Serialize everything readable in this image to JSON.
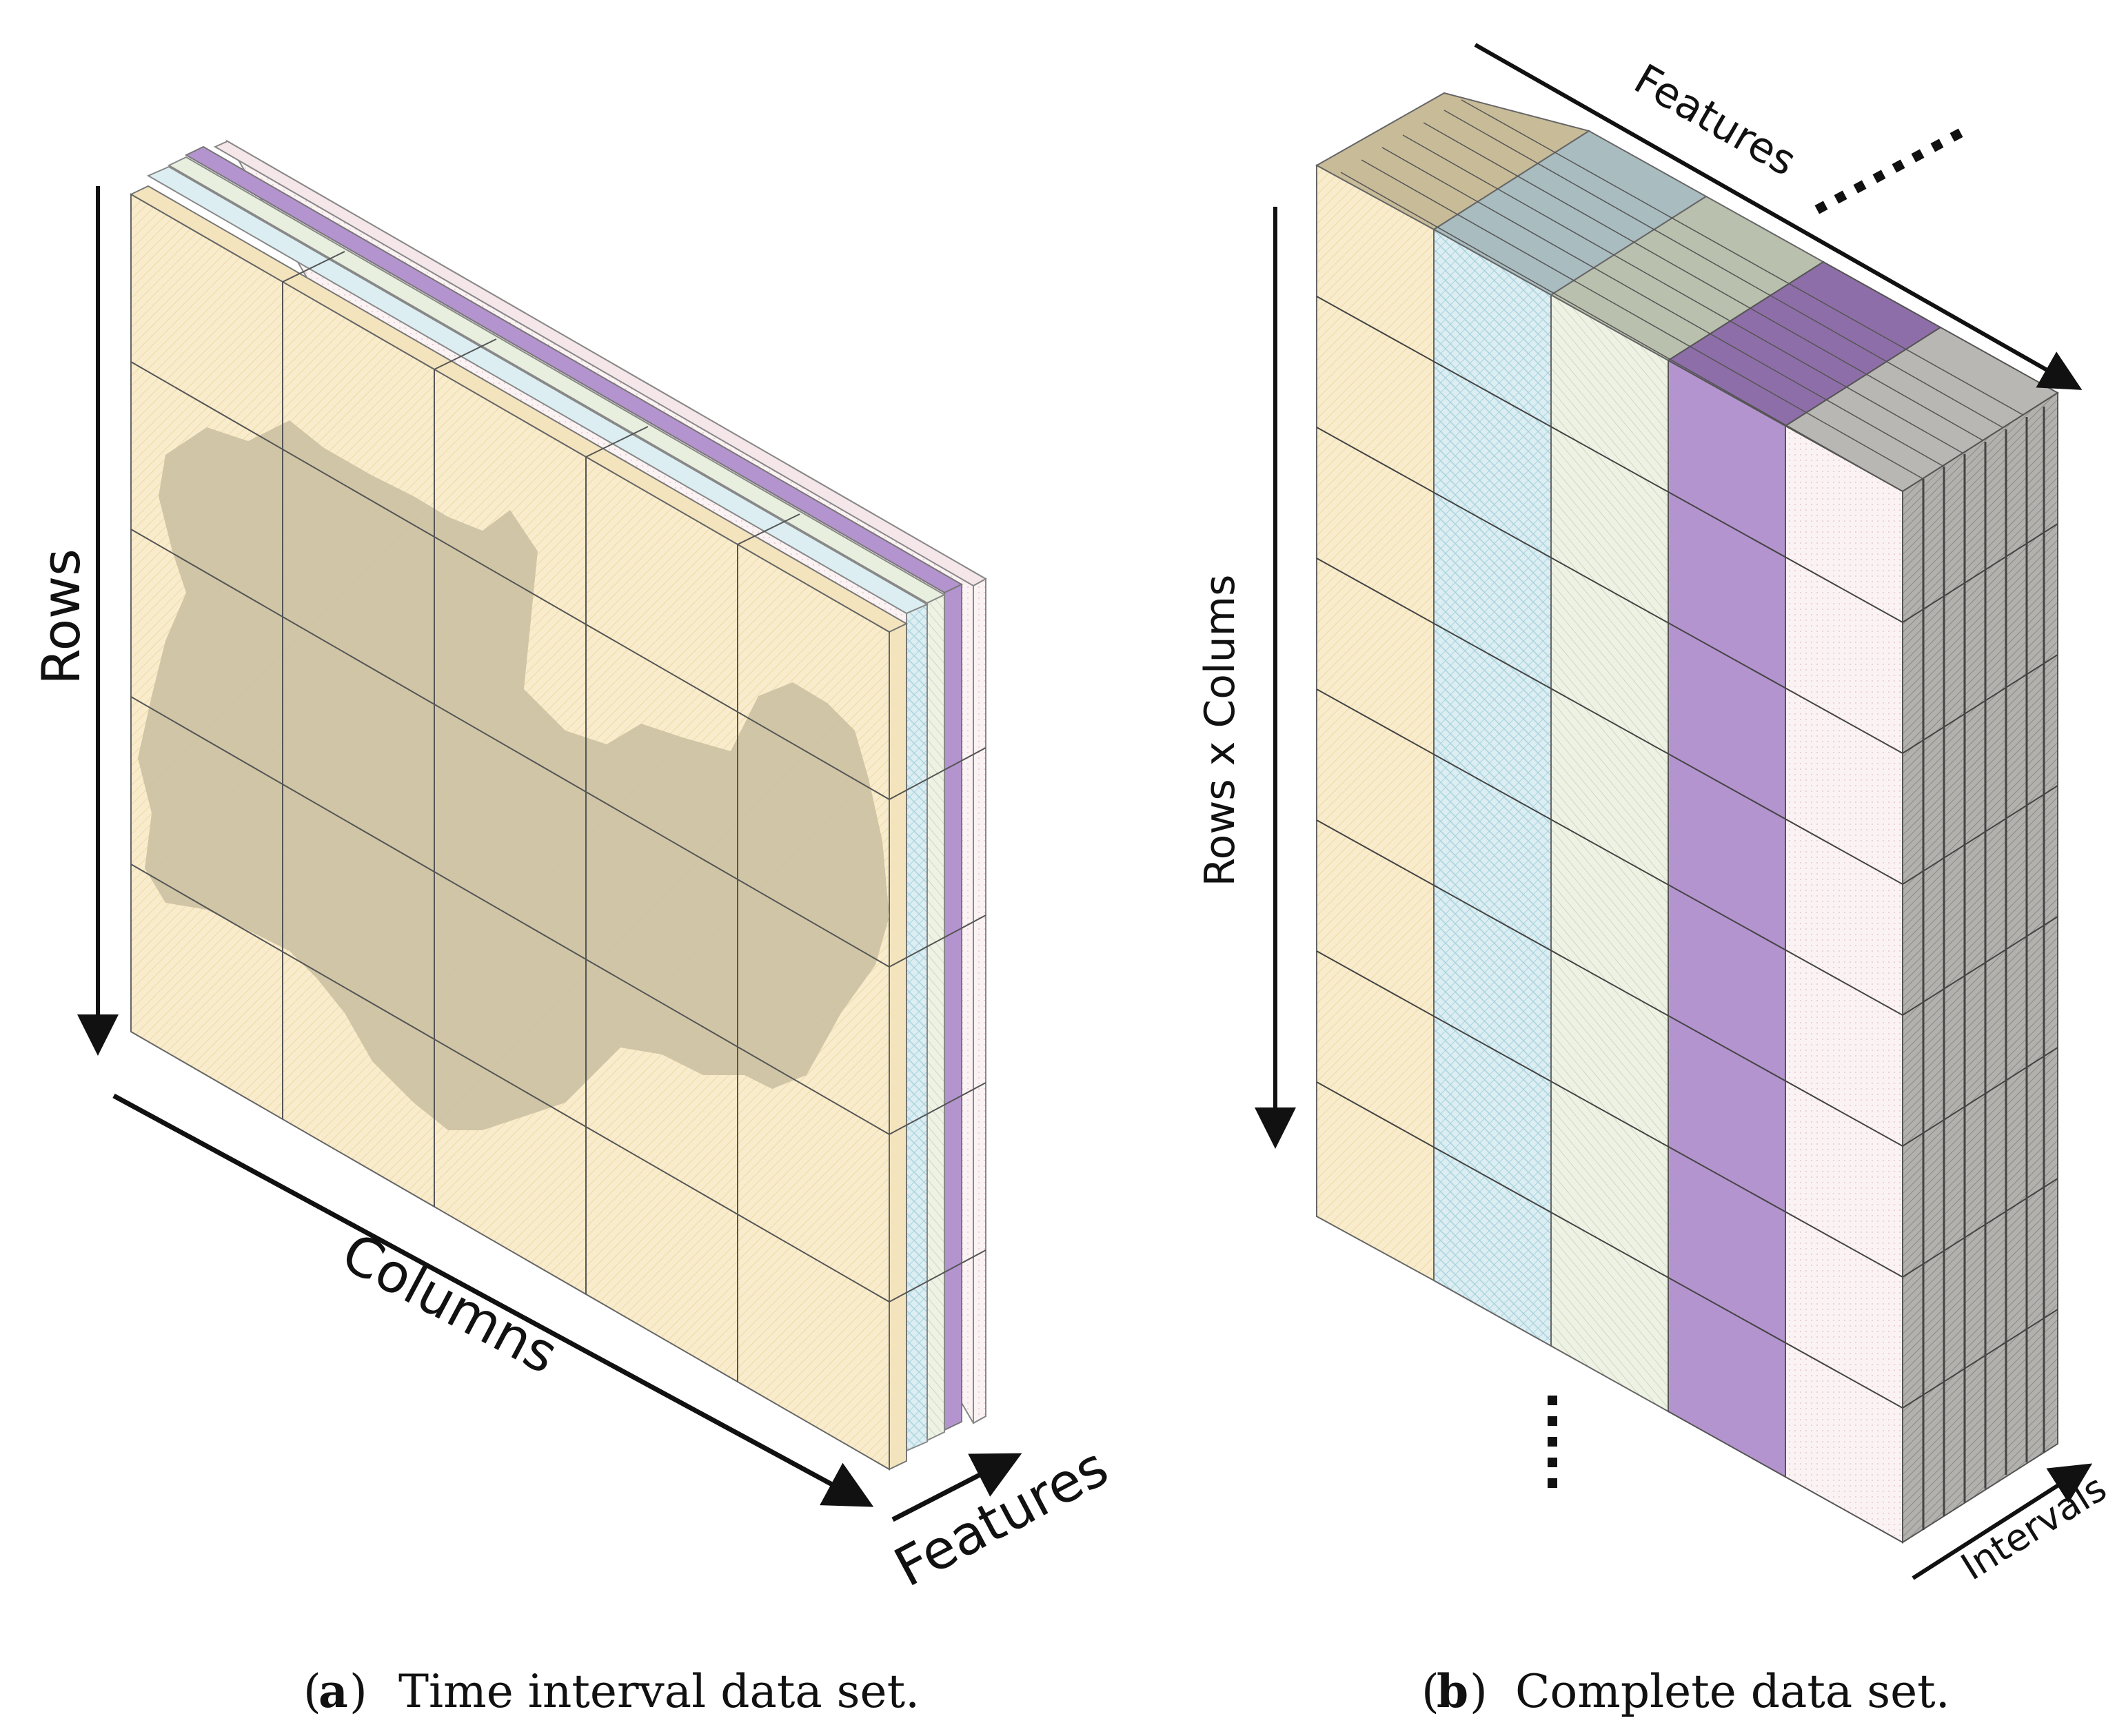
{
  "panel_a": {
    "axis_rows": "Rows",
    "axis_columns": "Columns",
    "axis_features": "Features",
    "caption_letter": "a",
    "caption_text": "Time interval data set."
  },
  "panel_b": {
    "axis_features": "Features",
    "axis_rows_columns": "Rows x Colums",
    "axis_intervals": "Intervals",
    "caption_letter": "b",
    "caption_text": "Complete data set."
  },
  "colors": {
    "yellow": "#f8eccc",
    "blue": "#dceef2",
    "green": "#e8efdf",
    "purple": "#b494cf",
    "pink": "#f8eef0",
    "grey": "#a8a6a4",
    "map": "#c9bfa0",
    "grid": "#555555"
  }
}
